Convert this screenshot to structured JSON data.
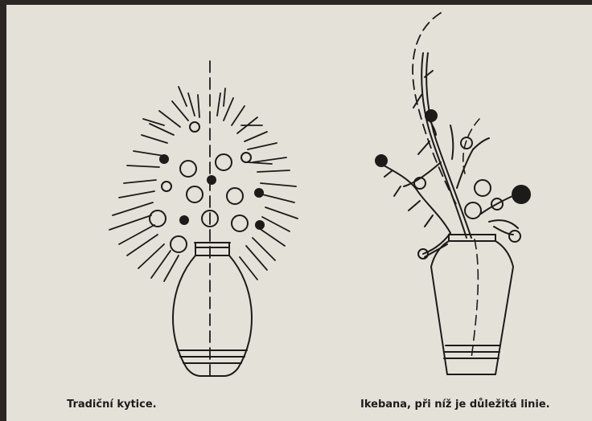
{
  "captions": {
    "left": "Tradiční kytice.",
    "right": "Ikebana, při níž je důležitá linie."
  },
  "colors": {
    "paper": "#e4e1d9",
    "ink": "#1d1b19",
    "background": "#2b2623"
  },
  "illustrations": [
    {
      "name": "traditional-bouquet",
      "depicts": "round vase with radial bouquet"
    },
    {
      "name": "ikebana-arrangement",
      "depicts": "tall vase with branch arrangement"
    }
  ]
}
